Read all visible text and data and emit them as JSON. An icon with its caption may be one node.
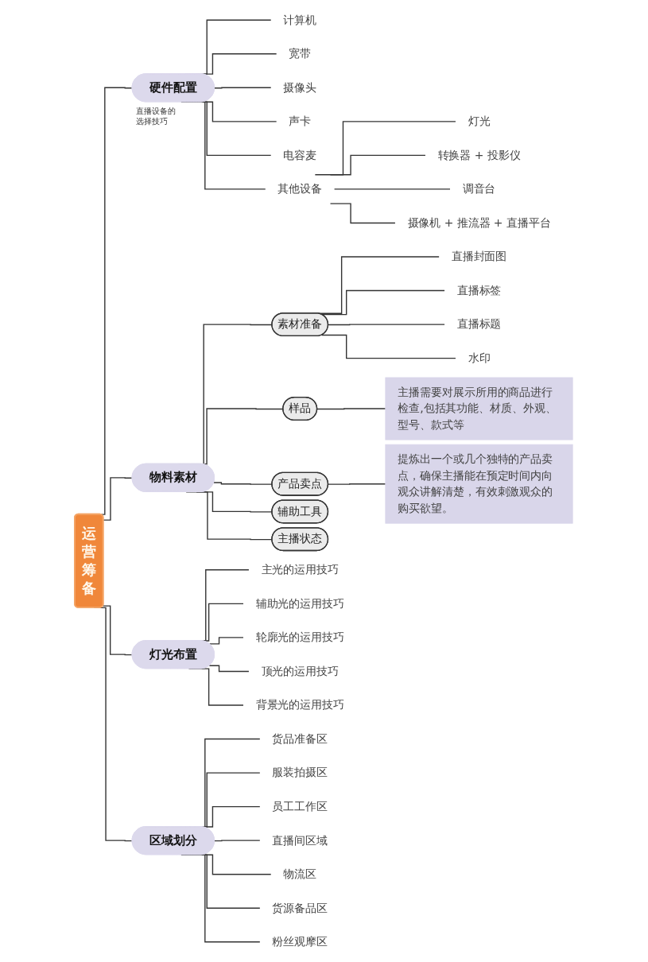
{
  "diagram": {
    "nodes": [
      {
        "text": [
          "运营筹备"
        ]
      },
      {
        "text": [
          "硬件配置"
        ],
        "beside": [
          "直播设备的选择技巧"
        ]
      },
      {
        "text": [
          "计算机"
        ]
      },
      {
        "text": [
          "宽带"
        ]
      },
      {
        "text": [
          "摄像头"
        ]
      },
      {
        "text": [
          "声卡"
        ]
      },
      {
        "text": [
          "电容麦"
        ]
      },
      {
        "text": [
          "其他设备"
        ]
      },
      {
        "text": [
          "灯光"
        ]
      },
      {
        "text": [
          "转换器 + 投影仪"
        ]
      },
      {
        "text": [
          "调音台"
        ]
      },
      {
        "text": [
          "摄像机 + 推流器 + 直播平台"
        ]
      },
      {
        "text": [
          "物料素材"
        ]
      },
      {
        "text": [
          "素材准备"
        ]
      },
      {
        "text": [
          "直播封面图"
        ]
      },
      {
        "text": [
          "直播标签"
        ]
      },
      {
        "text": [
          "直播标题"
        ]
      },
      {
        "text": [
          "水印"
        ]
      },
      {
        "text": [
          "样品"
        ]
      },
      {
        "text": [
          "主播需要对展示所用的商品进行检查,包括其功能、材质、外观、型号、款式等"
        ]
      },
      {
        "text": [
          "产品卖点"
        ]
      },
      {
        "text": [
          "提炼出一个或几个独特的产品卖点，确保主播能在预定时间内向观众讲解清楚，有效刺激观众的购买欲望。"
        ]
      },
      {
        "text": [
          "辅助工具"
        ]
      },
      {
        "text": [
          "主播状态"
        ]
      },
      {
        "text": [
          "灯光布置"
        ]
      },
      {
        "text": [
          "主光的运用技巧"
        ]
      },
      {
        "text": [
          "辅助光的运用技巧"
        ]
      },
      {
        "text": [
          "轮廓光的运用技巧"
        ]
      },
      {
        "text": [
          "顶光的运用技巧"
        ]
      },
      {
        "text": [
          "背景光的运用技巧"
        ]
      },
      {
        "text": [
          "区域划分"
        ]
      },
      {
        "text": [
          "货品准备区"
        ]
      },
      {
        "text": [
          "服装拍摄区"
        ]
      },
      {
        "text": [
          "员工工作区"
        ]
      },
      {
        "text": [
          "直播间区域"
        ]
      },
      {
        "text": [
          "物流区"
        ]
      },
      {
        "text": [
          "货源备品区"
        ]
      },
      {
        "text": [
          "粉丝观摩区"
        ]
      }
    ],
    "edges": [
      {
        "from": 0,
        "to": 1,
        "arrow": "none"
      },
      {
        "from": 1,
        "to": 2,
        "arrow": "none"
      },
      {
        "from": 1,
        "to": 3,
        "arrow": "none"
      },
      {
        "from": 1,
        "to": 4,
        "arrow": "none"
      },
      {
        "from": 1,
        "to": 5,
        "arrow": "none"
      },
      {
        "from": 1,
        "to": 6,
        "arrow": "none"
      },
      {
        "from": 1,
        "to": 7,
        "arrow": "none"
      },
      {
        "from": 7,
        "to": 8,
        "arrow": "none"
      },
      {
        "from": 7,
        "to": 9,
        "arrow": "none"
      },
      {
        "from": 7,
        "to": 10,
        "arrow": "none"
      },
      {
        "from": 7,
        "to": 11,
        "arrow": "none"
      },
      {
        "from": 0,
        "to": 12,
        "arrow": "none"
      },
      {
        "from": 12,
        "to": 13,
        "arrow": "none"
      },
      {
        "from": 13,
        "to": 14,
        "arrow": "none"
      },
      {
        "from": 13,
        "to": 15,
        "arrow": "none"
      },
      {
        "from": 13,
        "to": 16,
        "arrow": "none"
      },
      {
        "from": 13,
        "to": 17,
        "arrow": "none"
      },
      {
        "from": 12,
        "to": 18,
        "arrow": "none"
      },
      {
        "from": 18,
        "to": 19,
        "arrow": "none"
      },
      {
        "from": 12,
        "to": 20,
        "arrow": "none"
      },
      {
        "from": 20,
        "to": 21,
        "arrow": "none"
      },
      {
        "from": 12,
        "to": 22,
        "arrow": "none"
      },
      {
        "from": 12,
        "to": 23,
        "arrow": "none"
      },
      {
        "from": 0,
        "to": 24,
        "arrow": "none"
      },
      {
        "from": 24,
        "to": 25,
        "arrow": "none"
      },
      {
        "from": 24,
        "to": 26,
        "arrow": "none"
      },
      {
        "from": 24,
        "to": 27,
        "arrow": "none"
      },
      {
        "from": 24,
        "to": 28,
        "arrow": "none"
      },
      {
        "from": 24,
        "to": 29,
        "arrow": "none"
      },
      {
        "from": 0,
        "to": 30,
        "arrow": "none"
      },
      {
        "from": 30,
        "to": 31,
        "arrow": "none"
      },
      {
        "from": 30,
        "to": 32,
        "arrow": "none"
      },
      {
        "from": 30,
        "to": 33,
        "arrow": "none"
      },
      {
        "from": 30,
        "to": 34,
        "arrow": "none"
      },
      {
        "from": 30,
        "to": 35,
        "arrow": "none"
      },
      {
        "from": 30,
        "to": 36,
        "arrow": "none"
      },
      {
        "from": 30,
        "to": 37,
        "arrow": "none"
      }
    ]
  }
}
